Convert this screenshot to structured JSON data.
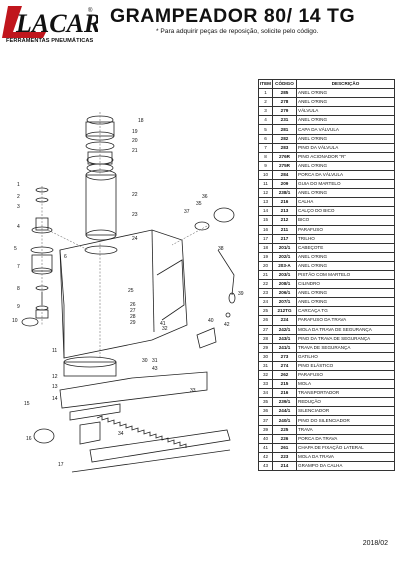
{
  "brand": {
    "logo_text": "LACAR",
    "registered": "®",
    "tagline": "FERRAMENTAS PNEUMÁTICAS"
  },
  "header": {
    "title": "GRAMPEADOR 80/ 14 TG",
    "subtitle": "* Para adquirir peças de reposição, solicite pelo código."
  },
  "table": {
    "headers": [
      "ITEM",
      "CÓDIGO",
      "DESCRIÇÃO"
    ],
    "rows": [
      [
        "1",
        "285",
        "ANEL O'RING"
      ],
      [
        "2",
        "278",
        "ANEL O'RING"
      ],
      [
        "3",
        "279",
        "VÁLVULA"
      ],
      [
        "4",
        "231",
        "ANEL O'RING"
      ],
      [
        "5",
        "281",
        "CAPA DA VÁLVULA"
      ],
      [
        "6",
        "282",
        "ANEL O'RING"
      ],
      [
        "7",
        "283",
        "PINO DA VÁLVULA"
      ],
      [
        "8",
        "276R",
        "PINO ACIONADOR \"R\""
      ],
      [
        "9",
        "275R",
        "ANEL O'RING"
      ],
      [
        "10",
        "284",
        "PORCA DA VÁLVULA"
      ],
      [
        "11",
        "209",
        "GUIA DO MARTELO"
      ],
      [
        "12",
        "238/1",
        "ANEL O'RING"
      ],
      [
        "13",
        "216",
        "CALHA"
      ],
      [
        "14",
        "213",
        "CALÇO DO BICO"
      ],
      [
        "15",
        "212",
        "BICO"
      ],
      [
        "16",
        "211",
        "PARAFUSO"
      ],
      [
        "17",
        "217",
        "TRILHO"
      ],
      [
        "18",
        "201/1",
        "CABEÇOTE"
      ],
      [
        "19",
        "202/1",
        "ANEL O'RING"
      ],
      [
        "20",
        "203-A",
        "ANEL O'RING"
      ],
      [
        "21",
        "203/1",
        "PISTÃO COM MARTELO"
      ],
      [
        "22",
        "208/1",
        "CILINDRO"
      ],
      [
        "23",
        "206/1",
        "ANEL O'RING"
      ],
      [
        "24",
        "207/1",
        "ANEL O'RING"
      ],
      [
        "25",
        "212TG",
        "CARCAÇA TG"
      ],
      [
        "26",
        "224",
        "PARAFUSO DA TRAVA"
      ],
      [
        "27",
        "242/1",
        "MOLA DA TRAVA DE SEGURANÇA"
      ],
      [
        "28",
        "243/1",
        "PINO DA TRAVA DE SEGURANÇA"
      ],
      [
        "29",
        "241/1",
        "TRAVA DE SEGURANÇA"
      ],
      [
        "30",
        "273",
        "GATILHO"
      ],
      [
        "31",
        "274",
        "PINO ELÁSTICO"
      ],
      [
        "32",
        "262",
        "PARAFUSO"
      ],
      [
        "33",
        "215",
        "MOLA"
      ],
      [
        "34",
        "216",
        "TRANSPORTADOR"
      ],
      [
        "35",
        "239/1",
        "REDUÇÃO"
      ],
      [
        "36",
        "244/1",
        "SILENCIADOR"
      ],
      [
        "37",
        "240/1",
        "PINO DO SILENCIADOR"
      ],
      [
        "39",
        "225",
        "TRAVA"
      ],
      [
        "40",
        "226",
        "PORCA DA TRAVA"
      ],
      [
        "41",
        "261",
        "CHAPA DE FIXAÇÃO LATERAL"
      ],
      [
        "42",
        "223",
        "MOLA DA TRAVA"
      ],
      [
        "43",
        "214",
        "GRAMPO DA CALHA"
      ]
    ]
  },
  "callouts": [
    "1",
    "2",
    "3",
    "4",
    "5",
    "6",
    "7",
    "8",
    "9",
    "10",
    "11",
    "12",
    "13",
    "14",
    "15",
    "16",
    "17",
    "18",
    "19",
    "20",
    "21",
    "22",
    "23",
    "24",
    "25",
    "26",
    "27",
    "28",
    "29",
    "30",
    "31",
    "32",
    "33",
    "34",
    "35",
    "36",
    "37",
    "38",
    "39",
    "40",
    "41",
    "42",
    "43"
  ],
  "footer": {
    "date": "2018/02"
  }
}
